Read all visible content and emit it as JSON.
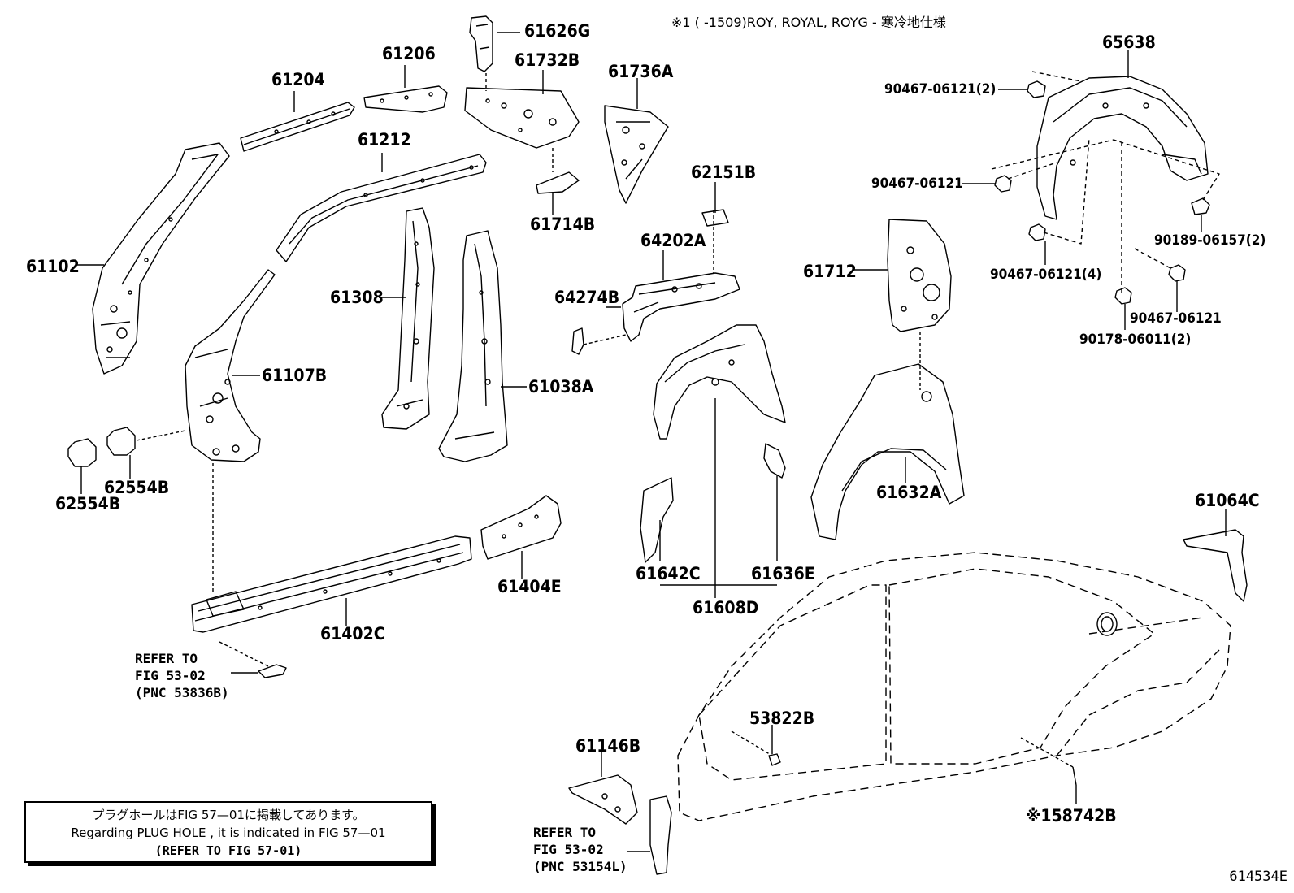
{
  "header_note": "※1 (      -1509)ROY, ROYAL, ROYG - 寒冷地仕様",
  "parts": {
    "p61626G": "61626G",
    "p61206": "61206",
    "p61204": "61204",
    "p61732B": "61732B",
    "p61736A": "61736A",
    "p61212": "61212",
    "p61714B": "61714B",
    "p62151B": "62151B",
    "p64202A": "64202A",
    "p64274B": "64274B",
    "p61102": "61102",
    "p61308": "61308",
    "p61107B": "61107B",
    "p61038A": "61038A",
    "p62554B_a": "62554B",
    "p62554B_b": "62554B",
    "p61404E": "61404E",
    "p61402C": "61402C",
    "p61642C": "61642C",
    "p61636E": "61636E",
    "p61608D": "61608D",
    "p61712": "61712",
    "p61632A": "61632A",
    "p65638": "65638",
    "p90467_06121_2": "90467-06121(2)",
    "p90467_06121_a": "90467-06121",
    "p90189_06157_2": "90189-06157(2)",
    "p90467_06121_4": "90467-06121(4)",
    "p90467_06121_b": "90467-06121",
    "p90178_06011_2": "90178-06011(2)",
    "p61064C": "61064C",
    "p53822B": "53822B",
    "p61146B": "61146B",
    "p58742B": "※158742B"
  },
  "refer1": "REFER TO\nFIG 53-02\n(PNC 53836B)",
  "refer2": "REFER TO\nFIG 53-02\n(PNC 53154L)",
  "notice": {
    "line1": "プラグホールはFIG 57—01に掲載してあります。",
    "line2": "Regarding  PLUG  HOLE , it is indicated in  FIG  57—01",
    "line3": "(REFER TO FIG 57-01)"
  },
  "diagram_id": "614534E"
}
